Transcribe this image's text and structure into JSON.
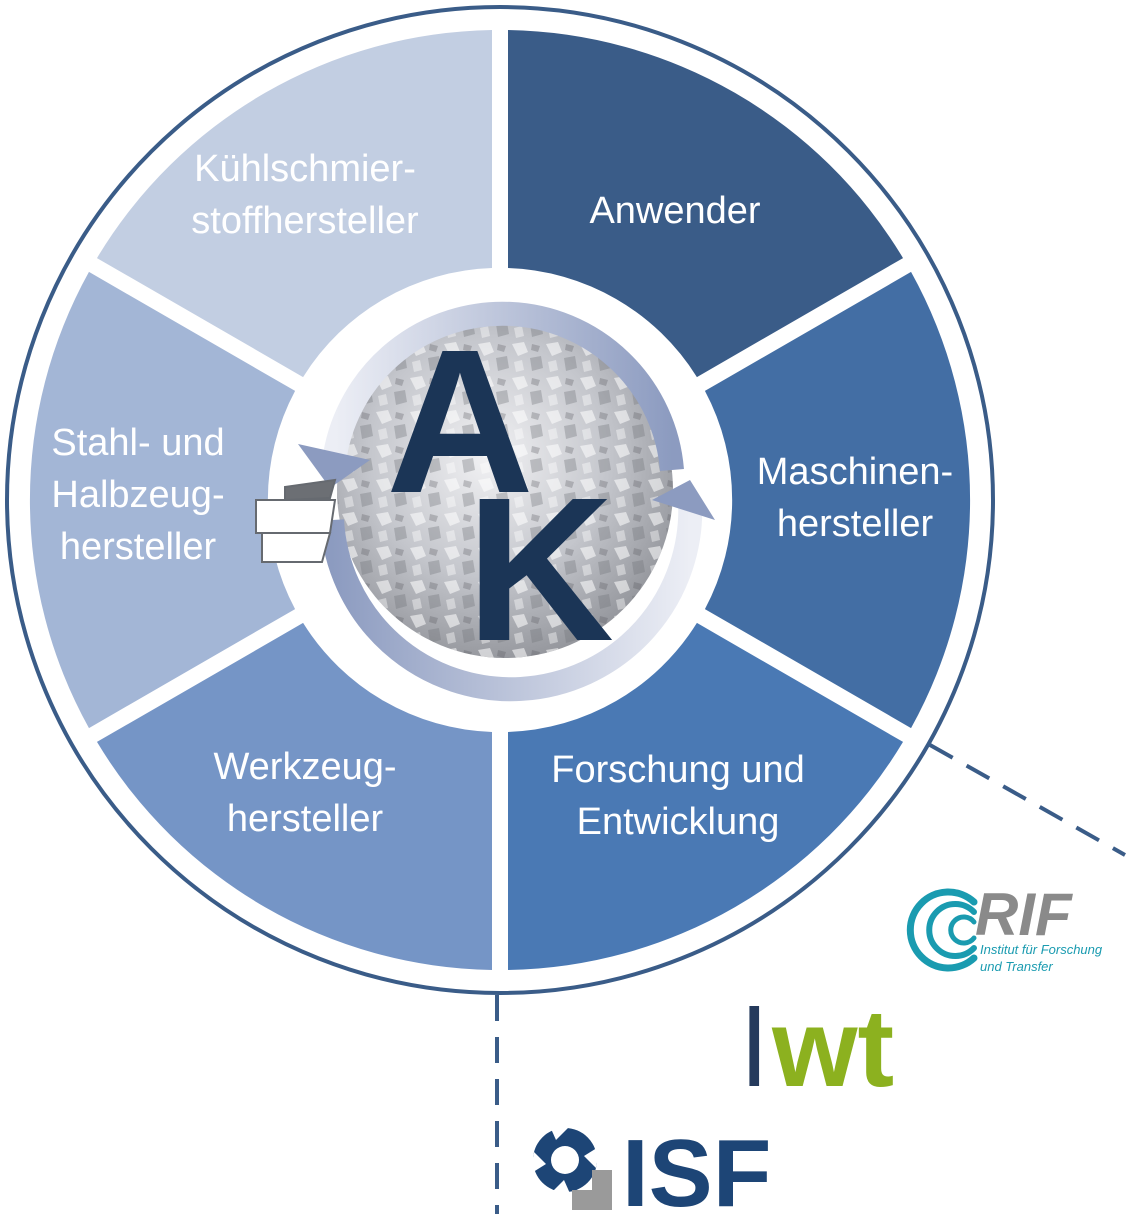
{
  "diagram": {
    "segments": [
      {
        "id": "anwender",
        "lines": [
          "Anwender"
        ],
        "color": "#3a5c88"
      },
      {
        "id": "maschinenhersteller",
        "lines": [
          "Maschinen-",
          "hersteller"
        ],
        "color": "#436ea4"
      },
      {
        "id": "forschung",
        "lines": [
          "Forschung und",
          "Entwicklung"
        ],
        "color": "#4a79b4"
      },
      {
        "id": "werkzeughersteller",
        "lines": [
          "Werkzeug-",
          "hersteller"
        ],
        "color": "#7595c6"
      },
      {
        "id": "stahl",
        "lines": [
          "Stahl- und",
          "Halbzeug-",
          "hersteller"
        ],
        "color": "#a3b6d6"
      },
      {
        "id": "kuehlschmier",
        "lines": [
          "Kühlschmier-",
          "stoffhersteller"
        ],
        "color": "#c2cee2"
      }
    ],
    "center": {
      "letter_1": "A",
      "letter_2": "K",
      "letter_color": "#1b3556"
    },
    "outline_color": "#3a5c88"
  },
  "logos": {
    "rif": {
      "name": "RIF",
      "subtitle_line_1": "Institut für Forschung",
      "subtitle_line_2": "und Transfer",
      "accent": "#1a9bb0"
    },
    "lwt": {
      "part_1": "l",
      "part_2": "wt",
      "color_1": "#253a5c",
      "color_2": "#8cb11f"
    },
    "isf": {
      "name": "ISF",
      "color": "#1d4576"
    }
  }
}
